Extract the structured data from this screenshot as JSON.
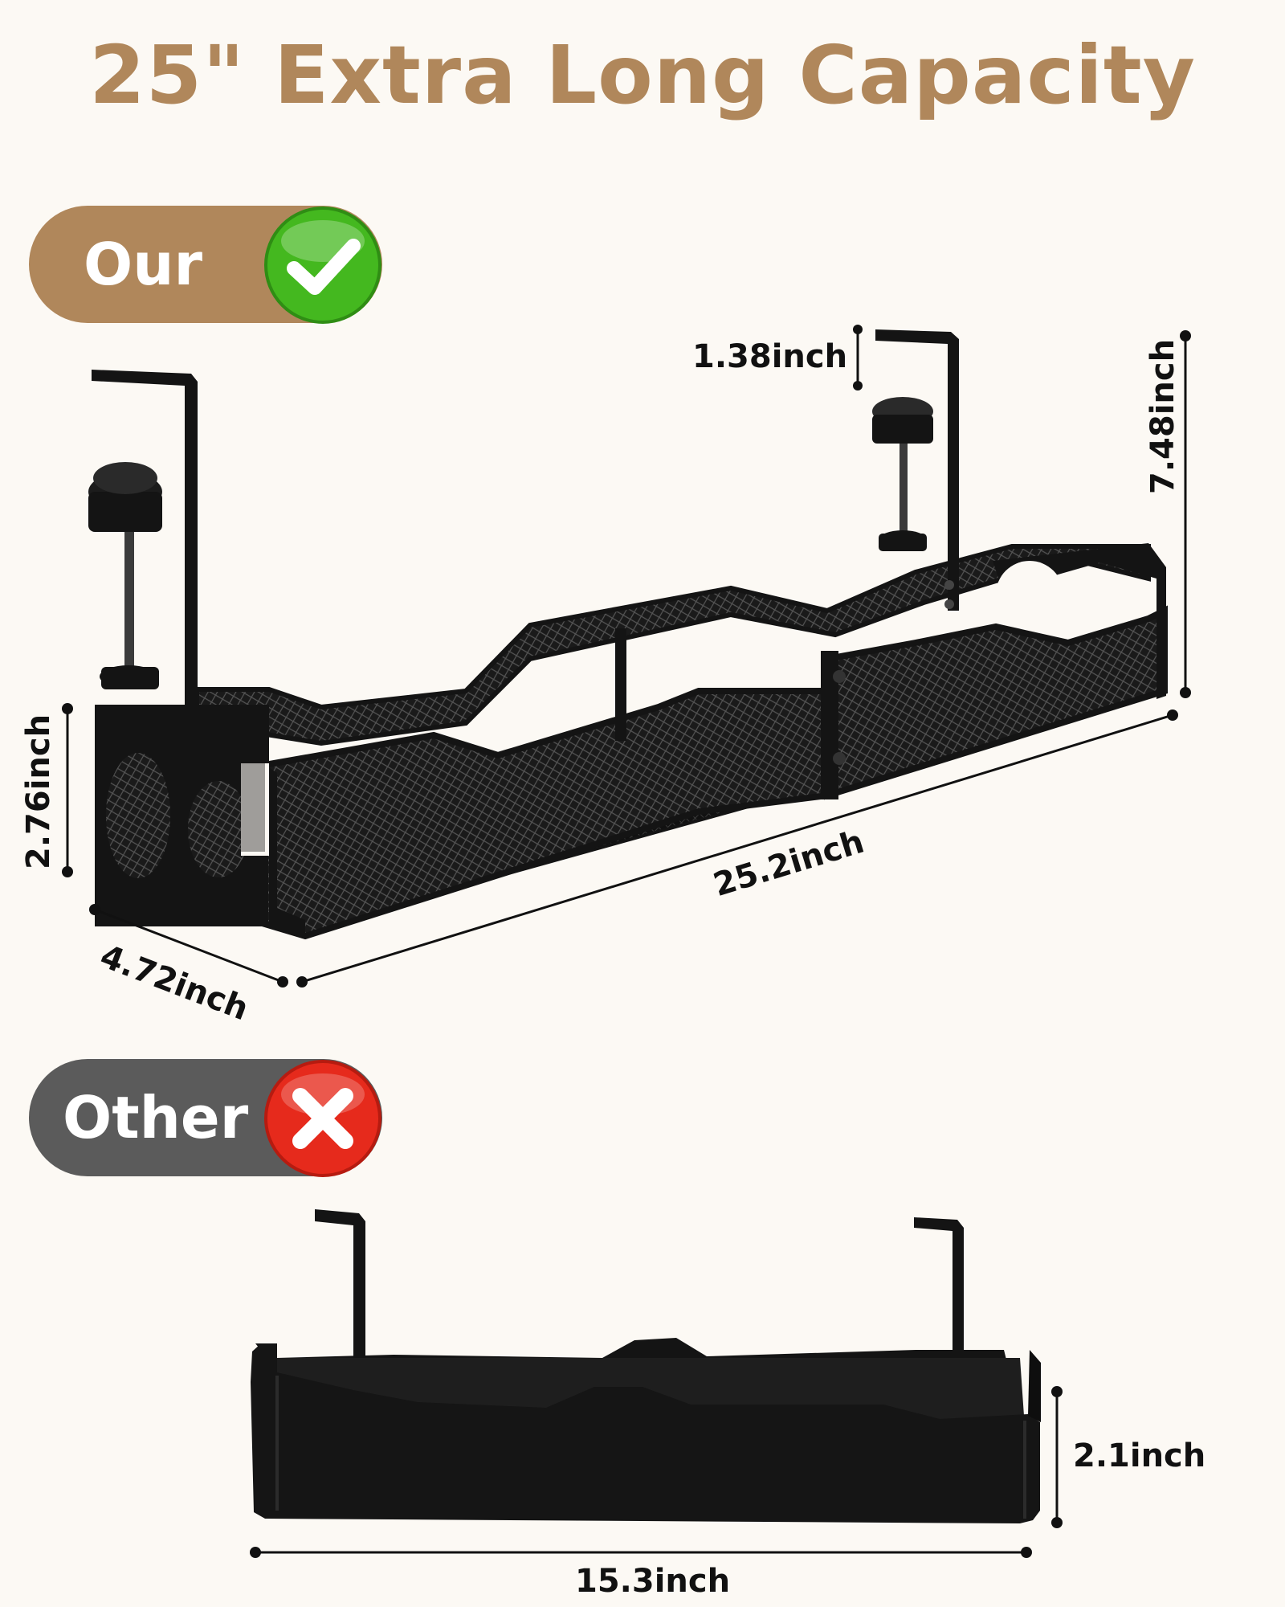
{
  "headline": "25\" Extra Long Capacity",
  "colors": {
    "background": "#fcf9f4",
    "accent_brown": "#b0875b",
    "other_gray": "#5b5b5b",
    "check_green": "#44b81f",
    "cross_red": "#e62a1c",
    "product_black": "#141414"
  },
  "our_section": {
    "label": "Our",
    "badge_icon": "checkmark-icon",
    "dimensions": {
      "clamp_gap": "1.38inch",
      "total_height": "7.48inch",
      "tray_height": "2.76inch",
      "depth": "4.72inch",
      "length": "25.2inch"
    }
  },
  "other_section": {
    "label": "Other",
    "badge_icon": "cross-icon",
    "dimensions": {
      "tray_height": "2.1inch",
      "length": "15.3inch"
    }
  }
}
